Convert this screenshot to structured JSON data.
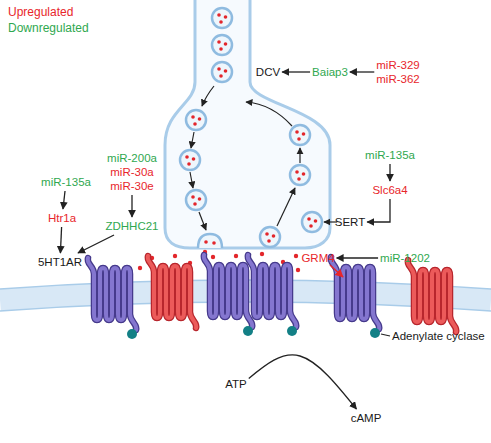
{
  "diagram": {
    "nodes": [
      {
        "text": [
          "DCV"
        ]
      },
      {
        "text": [
          "Baiap3"
        ]
      },
      {
        "text": [
          "miR-329",
          "miR-362"
        ]
      },
      {
        "text": [
          "miR-200a",
          "miR-30a",
          "miR-30e"
        ]
      },
      {
        "text": [
          "miR-135a"
        ]
      },
      {
        "text": [
          "miR-135a"
        ]
      },
      {
        "text": [
          "Slc6a4"
        ]
      },
      {
        "text": [
          "Htr1a"
        ]
      },
      {
        "text": [
          "ZDHHC21"
        ]
      },
      {
        "text": [
          "SERT"
        ]
      },
      {
        "text": [
          "5HT1AR"
        ]
      },
      {
        "text": [
          "GRM4"
        ]
      },
      {
        "text": [
          "miR-1202"
        ]
      },
      {
        "text": [
          "ATP"
        ]
      },
      {
        "text": [
          "cAMP"
        ]
      }
    ],
    "edges": [
      {
        "from": 2,
        "to": 1,
        "arrow": "to"
      },
      {
        "from": 1,
        "to": 0,
        "arrow": "to"
      },
      {
        "from": 3,
        "to": 8,
        "arrow": "to"
      },
      {
        "from": 5,
        "to": 7,
        "arrow": "to"
      },
      {
        "from": 4,
        "to": 6,
        "arrow": "to"
      },
      {
        "from": 7,
        "to": 10,
        "arrow": "to"
      },
      {
        "from": 8,
        "to": 10,
        "arrow": "to"
      },
      {
        "from": 6,
        "to": 9,
        "arrow": "to"
      },
      {
        "from": 12,
        "to": 11,
        "arrow": "to"
      },
      {
        "from": 13,
        "to": 14,
        "arrow": "to"
      }
    ],
    "labels": [
      "Adenylate cyclase"
    ],
    "legend": [
      {
        "text": "Upregulated",
        "color": "#e8262b"
      },
      {
        "text": "Downregulated",
        "color": "#2fa84f"
      }
    ]
  }
}
